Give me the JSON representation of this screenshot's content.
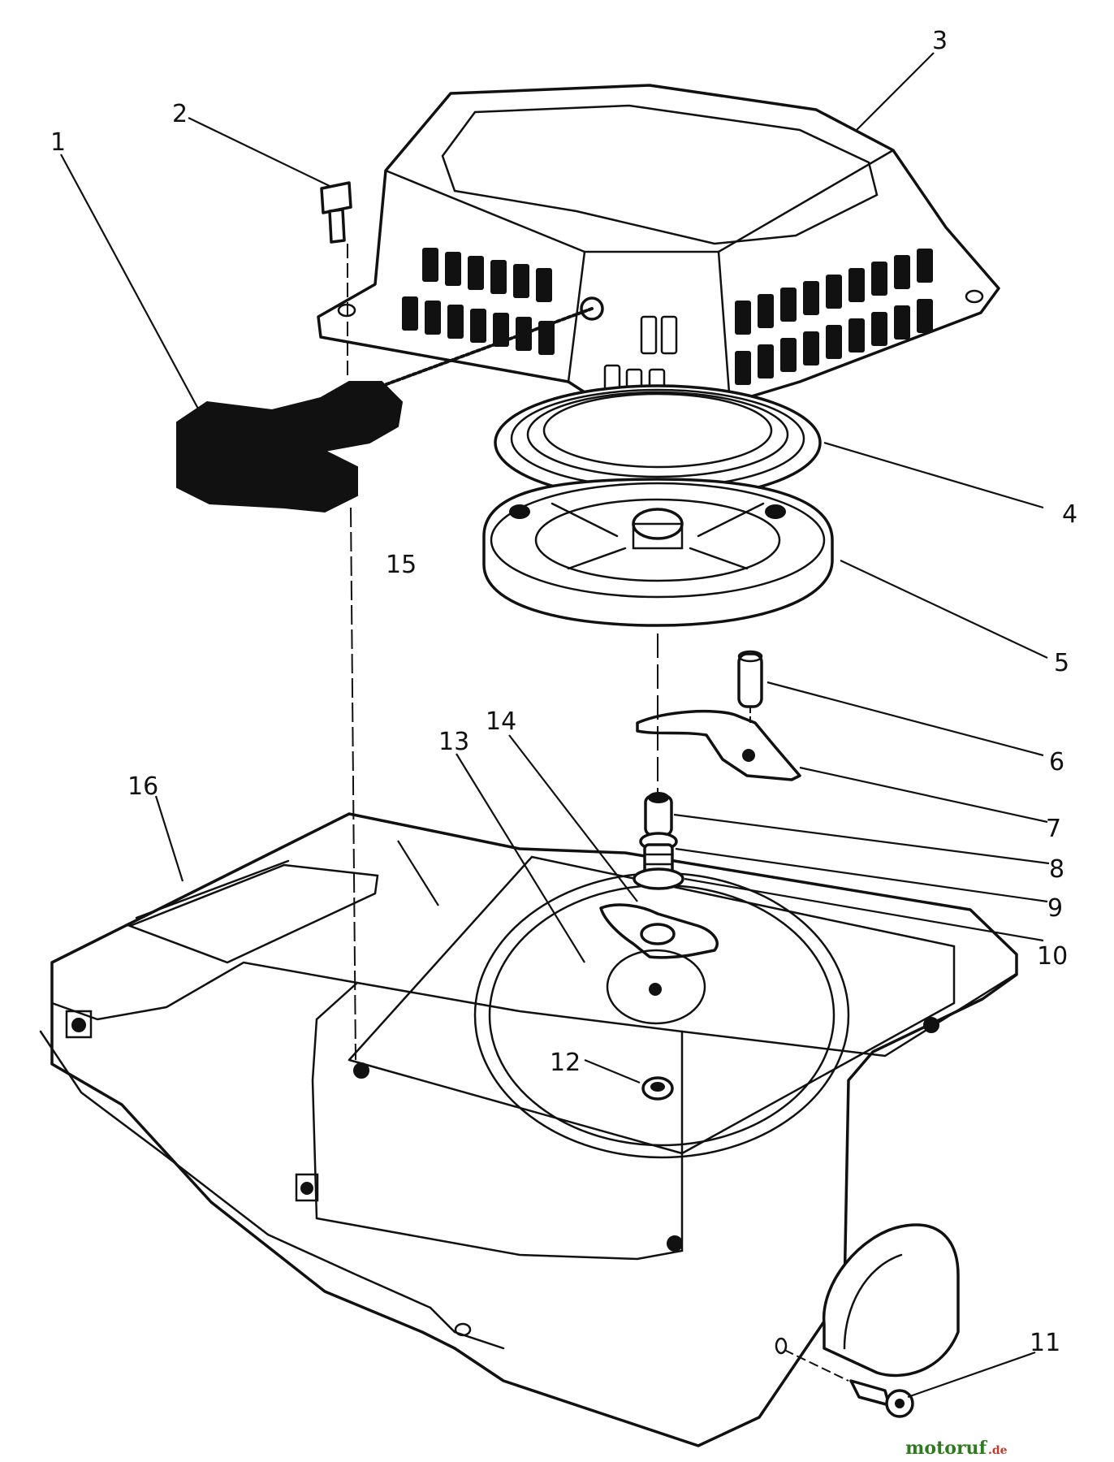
{
  "callouts": [
    "1",
    "2",
    "3",
    "4",
    "5",
    "6",
    "7",
    "8",
    "9",
    "10",
    "11",
    "12",
    "13",
    "14",
    "15",
    "16"
  ],
  "watermark": {
    "brand": "motoruf",
    "tld": ".de",
    "brand_color": "#2f7a1f",
    "tld_color": "#c0392b"
  },
  "colors": {
    "line": "#111111",
    "background": "#ffffff"
  }
}
